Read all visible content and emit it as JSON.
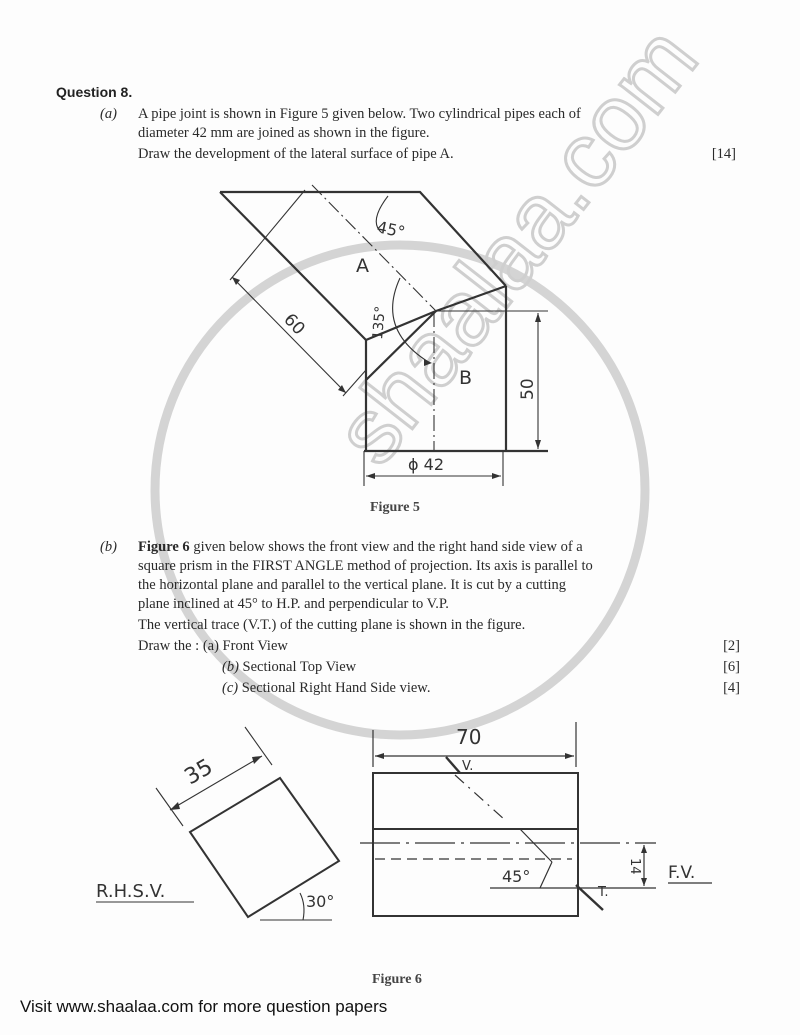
{
  "question": {
    "title": "Question 8."
  },
  "part_a": {
    "label": "(a)",
    "line1": "A pipe joint is shown in Figure 5 given below. Two cylindrical pipes each of",
    "line2": "diameter 42 mm are joined as shown in the figure.",
    "line3": "Draw the development of the lateral surface of pipe A.",
    "marks": "[14]"
  },
  "figure5": {
    "caption": "Figure 5",
    "pipe_a_label": "A",
    "pipe_b_label": "B",
    "angle_top": "45°",
    "angle_joint": "135°",
    "dim_length_a": "60",
    "dim_height_b": "50",
    "dim_diameter": "ϕ 42"
  },
  "part_b": {
    "label": "(b)",
    "lines": [
      {
        "bold_lead": "Figure 6",
        "text": " given below shows the front view and the right hand side view of a"
      },
      {
        "bold_lead": "",
        "text": "square prism in the FIRST ANGLE method of projection. Its axis is parallel to"
      },
      {
        "bold_lead": "",
        "text": "the horizontal plane and parallel to the vertical plane. It is cut by a cutting"
      },
      {
        "bold_lead": "",
        "text": "plane inclined at 45° to H.P. and perpendicular to V.P."
      }
    ],
    "vt_line": "The vertical trace (V.T.) of the cutting plane is shown in the figure.",
    "draw_prefix": "Draw the : ",
    "tasks": [
      {
        "label": "(a)",
        "text": " Front View",
        "marks": "[2]"
      },
      {
        "label": "(b)",
        "text": " Sectional Top View",
        "marks": "[6]"
      },
      {
        "label": "(c)",
        "text": " Sectional Right Hand Side view.",
        "marks": "[4]"
      }
    ]
  },
  "figure6": {
    "caption": "Figure 6",
    "rhsv_label": "R.H.S.V.",
    "fv_label": "F.V.",
    "dim_side": "35",
    "dim_length": "70",
    "angle_rhsv": "30°",
    "angle_cut": "45°",
    "dim_offset": "14",
    "trace_v": "V.",
    "trace_t": "T."
  },
  "watermark": {
    "text": "shaalaa.com",
    "color": "#d0d0d0"
  },
  "footer": {
    "text": "Visit www.shaalaa.com for more question papers"
  }
}
